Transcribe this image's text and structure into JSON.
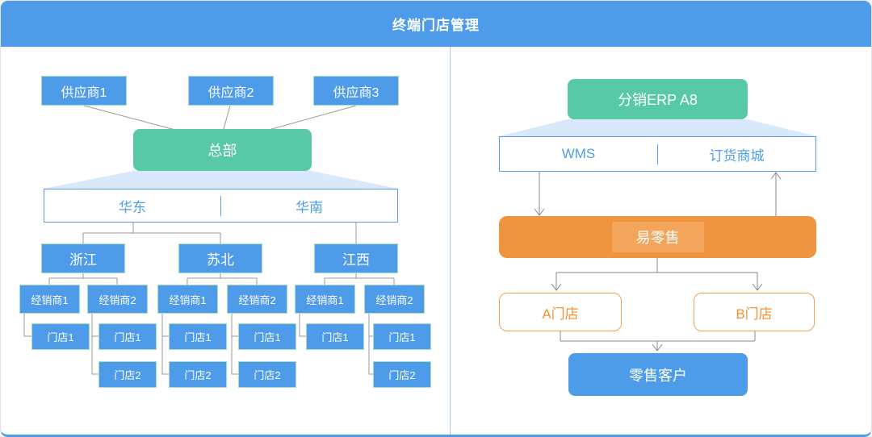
{
  "header": {
    "title": "终端门店管理"
  },
  "left_panel": {
    "suppliers": [
      "供应商1",
      "供应商2",
      "供应商3"
    ],
    "hq_label": "总部",
    "regions": [
      "华东",
      "华南"
    ],
    "provinces": [
      "浙江",
      "苏北",
      "江西"
    ],
    "groups": [
      {
        "distributor": "经销商1",
        "stores": [
          "门店1"
        ]
      },
      {
        "distributor": "经销商2",
        "stores": [
          "门店1",
          "门店2"
        ]
      },
      {
        "distributor": "经销商1",
        "stores": [
          "门店1",
          "门店2"
        ]
      },
      {
        "distributor": "经销商2",
        "stores": [
          "门店1",
          "门店2"
        ]
      },
      {
        "distributor": "经销商1",
        "stores": [
          "门店1"
        ]
      },
      {
        "distributor": "经销商2",
        "stores": [
          "门店1",
          "门店2"
        ]
      }
    ]
  },
  "right_panel": {
    "erp_label": "分销ERP A8",
    "modules": [
      "WMS",
      "订货商城"
    ],
    "retail_platform": "易零售",
    "stores": [
      "A门店",
      "B门店"
    ],
    "customer_label": "零售客户"
  },
  "colors": {
    "header_blue": "#4e9ce9",
    "node_blue": "#4e9ce9",
    "node_green": "#57c9a6",
    "node_orange": "#ef9540",
    "orange_highlight": "#f3a55c",
    "trapezoid_light_blue": "#d9e8fa",
    "outline_blue": "#5b9ee8",
    "store_border_orange": "#f2a258",
    "connector_gray": "#999999"
  }
}
